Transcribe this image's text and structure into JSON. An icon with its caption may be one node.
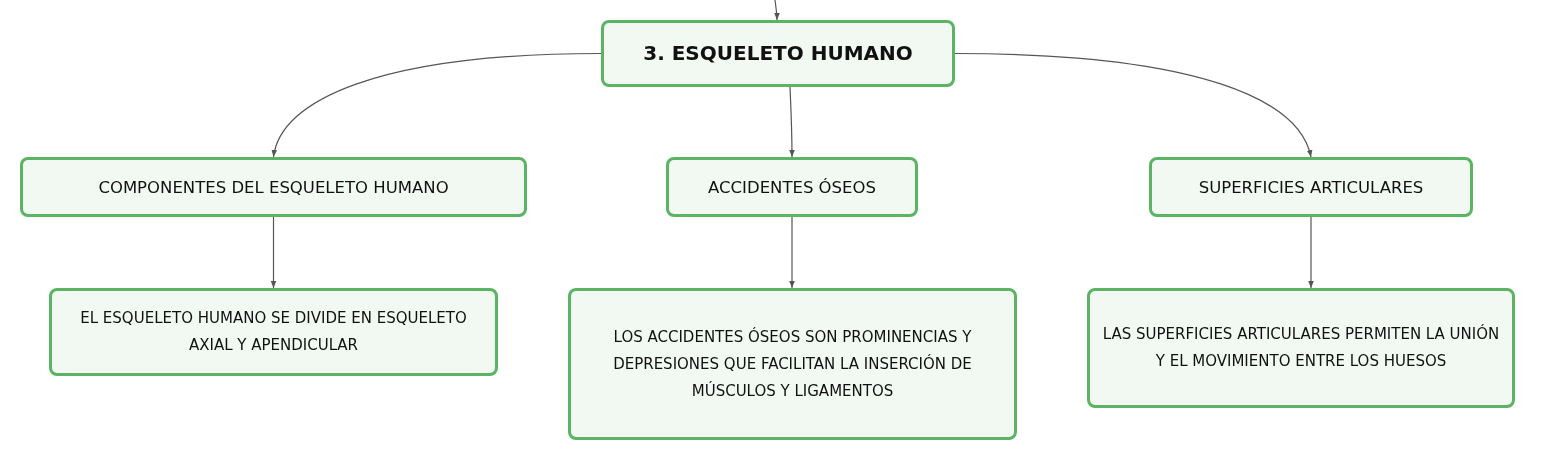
{
  "diagram": {
    "nodes": [
      {
        "text": [
          "3. ESQUELETO HUMANO"
        ]
      },
      {
        "text": [
          "COMPONENTES DEL ESQUELETO HUMANO"
        ]
      },
      {
        "text": [
          "ACCIDENTES ÓSEOS"
        ]
      },
      {
        "text": [
          "SUPERFICIES ARTICULARES"
        ]
      },
      {
        "text": [
          "EL ESQUELETO HUMANO SE DIVIDE EN ESQUELETO AXIAL Y APENDICULAR"
        ]
      },
      {
        "text": [
          "LOS ACCIDENTES ÓSEOS SON PROMINENCIAS Y DEPRESIONES QUE FACILITAN LA INSERCIÓN DE MÚSCULOS Y LIGAMENTOS"
        ]
      },
      {
        "text": [
          "LAS SUPERFICIES ARTICULARES PERMITEN LA UNIÓN Y EL MOVIMIENTO ENTRE LOS HUESOS"
        ]
      }
    ],
    "edges": [
      {
        "from": null,
        "to": 0,
        "arrow": "to"
      },
      {
        "from": 0,
        "to": 1,
        "arrow": "to"
      },
      {
        "from": 0,
        "to": 2,
        "arrow": "to"
      },
      {
        "from": 0,
        "to": 3,
        "arrow": "to"
      },
      {
        "from": 1,
        "to": 4,
        "arrow": "to"
      },
      {
        "from": 2,
        "to": 5,
        "arrow": "to"
      },
      {
        "from": 3,
        "to": 6,
        "arrow": "to"
      }
    ]
  }
}
